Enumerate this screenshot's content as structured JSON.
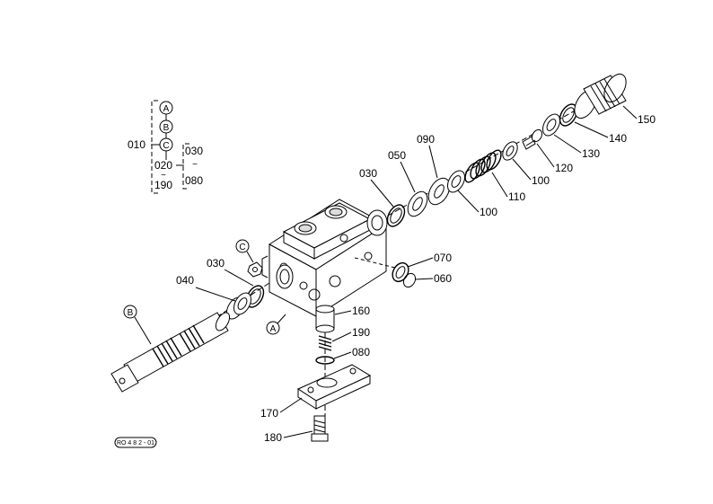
{
  "group": {
    "circle_a": "A",
    "circle_b": "B",
    "circle_c": "C",
    "p010": "010",
    "p020": "020",
    "p190": "190",
    "p030": "030",
    "p080": "080",
    "tilde": "~"
  },
  "callouts": {
    "a": "A",
    "b": "B",
    "c": "C"
  },
  "parts": {
    "p030_top": "030",
    "p050": "050",
    "p090": "090",
    "p100_mid": "100",
    "p110": "110",
    "p100_right": "100",
    "p120": "120",
    "p130": "130",
    "p140": "140",
    "p150": "150",
    "p070": "070",
    "p060": "060",
    "p030_left": "030",
    "p040": "040",
    "p160": "160",
    "p190": "190",
    "p080": "080",
    "p170": "170",
    "p180": "180"
  },
  "reference_code": "RO 4 8 2 - 01"
}
